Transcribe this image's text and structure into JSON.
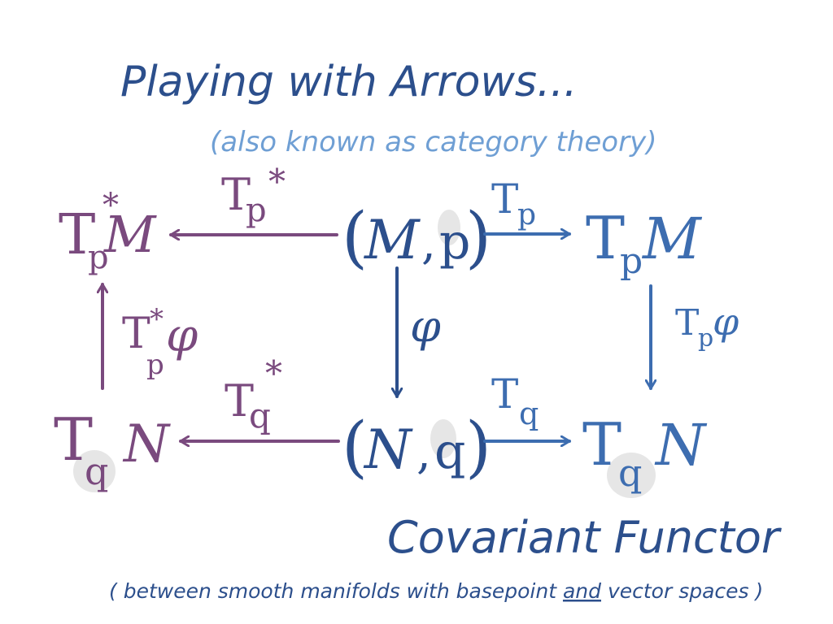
{
  "title": "Playing with Arrows...",
  "subtitle": "(also known as category theory)",
  "colors": {
    "dark_blue": "#2c4f8c",
    "mid_blue": "#3d6db0",
    "light_blue": "#6f9fd4",
    "purple": "#7a4a7e",
    "smudge": "#e2e2e2"
  },
  "nodes": {
    "mp": {
      "open": "(",
      "main": "M",
      "sep": ",",
      "pt": "p",
      "close": ")"
    },
    "nq": {
      "open": "(",
      "main": "N",
      "sep": ",",
      "pt": "q",
      "close": ")"
    },
    "tpm": {
      "T": "T",
      "sub": "p",
      "main": "M"
    },
    "tqn": {
      "T": "T",
      "sub": "q",
      "main": "N"
    },
    "tpstar_m": {
      "T": "T",
      "sub": "p",
      "star": "*",
      "main": "M"
    },
    "tq_n_left": {
      "T": "T",
      "sub": "q",
      "main": "N"
    }
  },
  "arrows": {
    "tp": {
      "T": "T",
      "sub": "p"
    },
    "tq": {
      "T": "T",
      "sub": "q"
    },
    "tpstar": {
      "T": "T",
      "sub": "p",
      "star": "*"
    },
    "tqstar": {
      "T": "T",
      "sub": "q",
      "star": "*"
    },
    "phi": {
      "label": "φ"
    },
    "tp_phi": {
      "T": "T",
      "sub": "p",
      "phi": "φ"
    },
    "tpstar_phi": {
      "T": "T",
      "sub": "p",
      "star": "*",
      "phi": "φ"
    }
  },
  "footer": {
    "heading": "Covariant Functor",
    "note_before": "( between smooth manifolds with basepoint ",
    "note_and": "and",
    "note_after": " vector spaces )"
  }
}
